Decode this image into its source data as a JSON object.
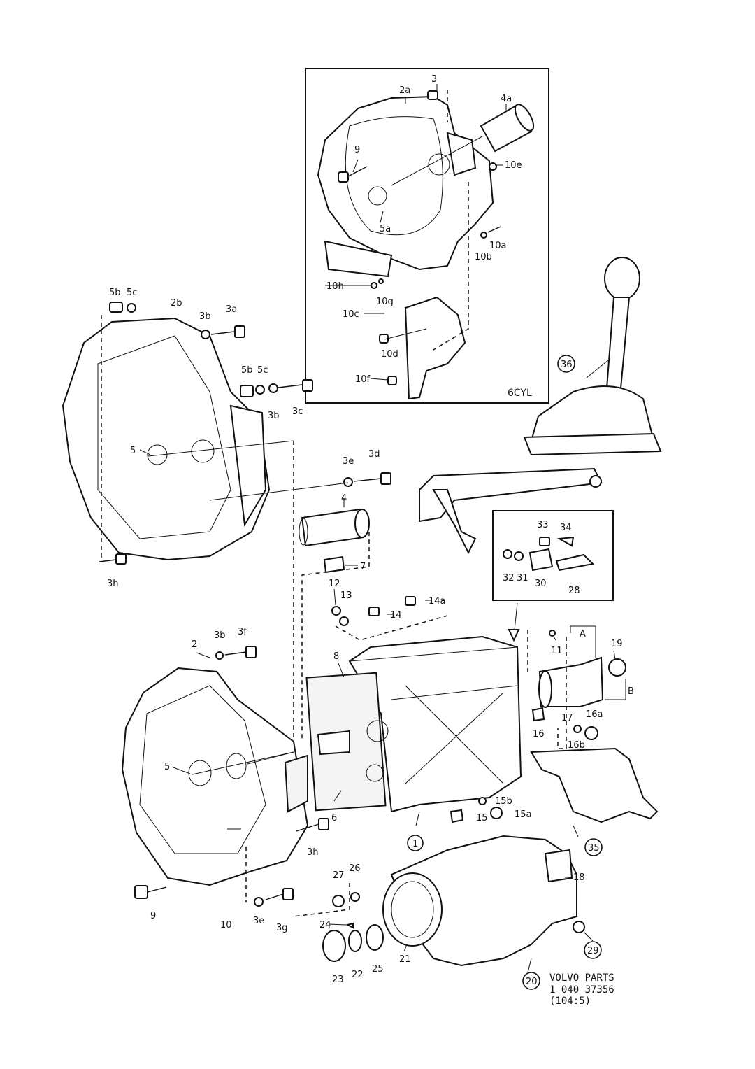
{
  "diagram": {
    "inset_label": "6CYL",
    "dimension_labels": {
      "a": "A",
      "b": "B"
    },
    "footer": {
      "line1": "VOLVO PARTS",
      "line2": "1 040  37356",
      "line3": "(104:5)"
    },
    "labels": {
      "p3": "3",
      "p2a": "2a",
      "p4a": "4a",
      "p9_inset": "9",
      "p10e": "10e",
      "p5a": "5a",
      "p10a": "10a",
      "p10b": "10b",
      "p10h": "10h",
      "p10g": "10g",
      "p10c": "10c",
      "p10d": "10d",
      "p10f": "10f",
      "p5b_1": "5b",
      "p5c_1": "5c",
      "p2b": "2b",
      "p3b_1": "3b",
      "p3a": "3a",
      "p5b_2": "5b",
      "p5c_2": "5c",
      "p3b_2": "3b",
      "p3c": "3c",
      "p5_upper": "5",
      "p3e_1": "3e",
      "p3d": "3d",
      "p4": "4",
      "p7": "7",
      "p3h_1": "3h",
      "p12": "12",
      "p13": "13",
      "p14": "14",
      "p14a": "14a",
      "p33": "33",
      "p34": "34",
      "p32": "32",
      "p31": "31",
      "p30": "30",
      "p28": "28",
      "p11": "11",
      "p19": "19",
      "p17": "17",
      "p16a": "16a",
      "p16": "16",
      "p16b": "16b",
      "p3b_3": "3b",
      "p3f": "3f",
      "p2": "2",
      "p8": "8",
      "p5_lower": "5",
      "p6": "6",
      "p3h_2": "3h",
      "p15b": "15b",
      "p15": "15",
      "p15a": "15a",
      "p27": "27",
      "p26": "26",
      "p18": "18",
      "p24": "24",
      "p9_lower": "9",
      "p10_lower": "10",
      "p3e_2": "3e",
      "p3g": "3g",
      "p23": "23",
      "p22": "22",
      "p25": "25",
      "p21": "21"
    },
    "circled_labels": {
      "c36": "36",
      "c1": "1",
      "c35": "35",
      "c20": "20",
      "c29": "29"
    }
  }
}
